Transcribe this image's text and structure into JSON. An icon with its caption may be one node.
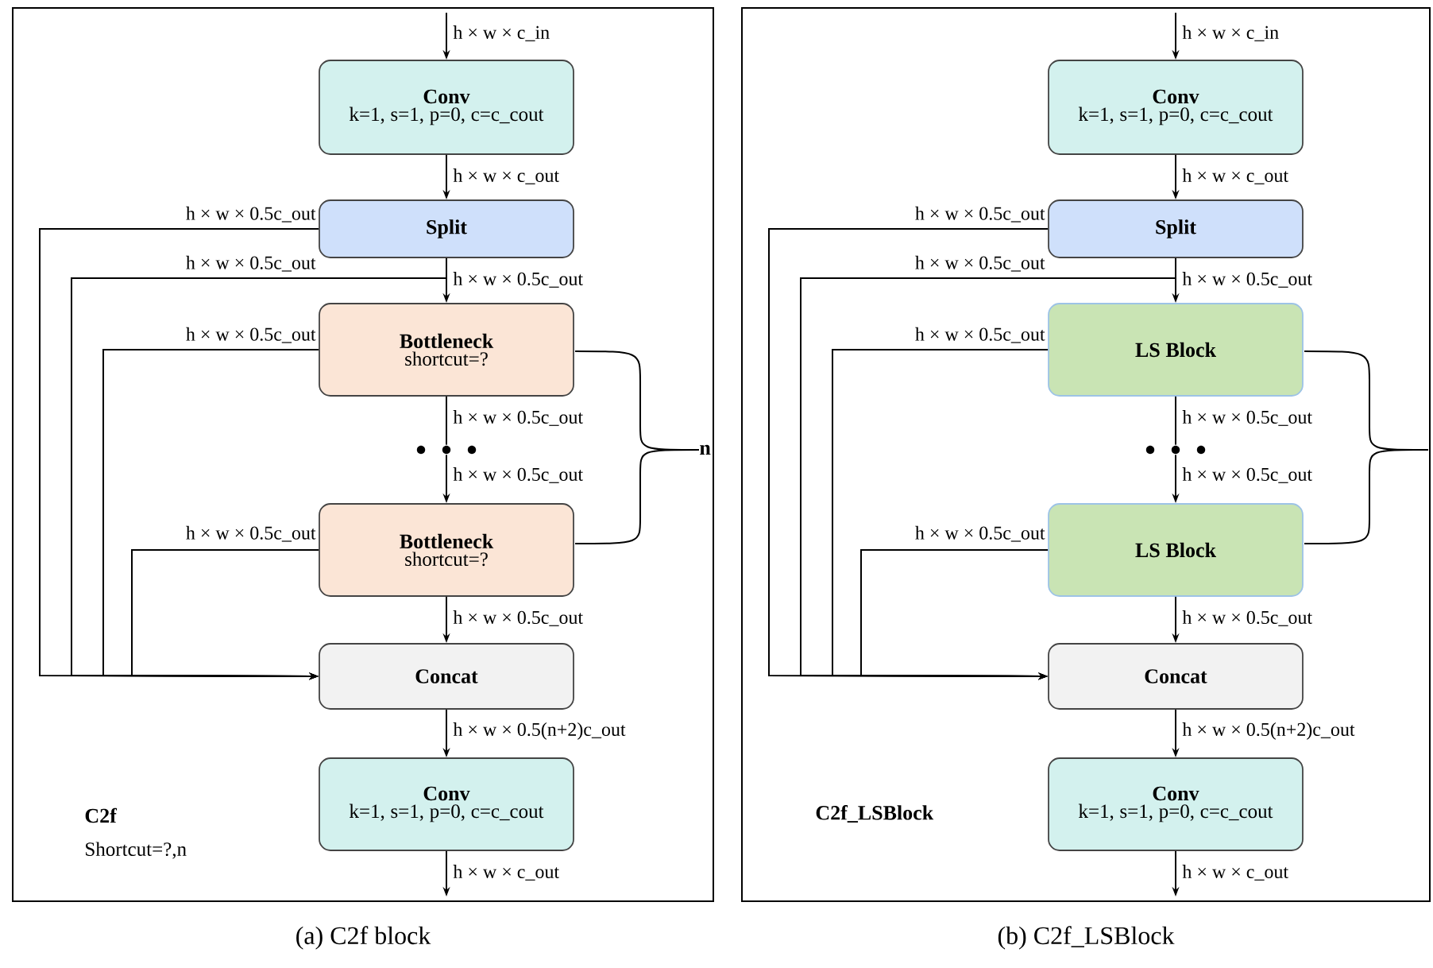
{
  "diagram": {
    "nodes": [
      {
        "text": [
          "C2f",
          "Shortcut=?,n"
        ],
        "beside": [
          "(a) C2f block"
        ]
      },
      {
        "text": [
          "Conv",
          "k=1, s=1, p=0, c=c_cout"
        ],
        "in": 0
      },
      {
        "text": [
          "Split"
        ],
        "in": 0
      },
      {
        "text": [
          "Bottleneck",
          "shortcut=?"
        ],
        "in": 0
      },
      {
        "text": [],
        "shape": "dots",
        "in": 0
      },
      {
        "text": [
          "Bottleneck",
          "shortcut=?"
        ],
        "in": 0
      },
      {
        "text": [
          "Concat"
        ],
        "in": 0
      },
      {
        "text": [
          "Conv",
          "k=1, s=1, p=0, c=c_cout"
        ],
        "in": 0
      },
      {
        "text": [
          "C2f_LSBlock"
        ],
        "beside": [
          "(b) C2f_LSBlock"
        ]
      },
      {
        "text": [
          "Conv",
          "k=1, s=1, p=0, c=c_cout"
        ],
        "in": 8
      },
      {
        "text": [
          "Split"
        ],
        "in": 8
      },
      {
        "text": [
          "LS Block"
        ],
        "in": 8
      },
      {
        "text": [],
        "shape": "dots",
        "in": 8
      },
      {
        "text": [
          "LS Block"
        ],
        "in": 8
      },
      {
        "text": [
          "Concat"
        ],
        "in": 8
      },
      {
        "text": [
          "Conv",
          "k=1, s=1, p=0, c=c_cout"
        ],
        "in": 8
      }
    ],
    "edges": [
      {
        "from": null,
        "to": 1,
        "arrow": "to",
        "label": "h × w × c_in"
      },
      {
        "from": 1,
        "to": 2,
        "arrow": "to",
        "label": "h × w × c_out"
      },
      {
        "from": 2,
        "to": 3,
        "arrow": "to",
        "label": "h × w × 0.5c_out"
      },
      {
        "from": 2,
        "to": 6,
        "arrow": "to",
        "label": "h × w × 0.5c_out"
      },
      {
        "from": 2,
        "to": 6,
        "arrow": "to",
        "label": "h × w × 0.5c_out"
      },
      {
        "from": 3,
        "to": 4,
        "arrow": "none",
        "label": "h × w × 0.5c_out"
      },
      {
        "from": 4,
        "to": 5,
        "arrow": "to",
        "label": "h × w × 0.5c_out"
      },
      {
        "from": 3,
        "to": 6,
        "arrow": "to",
        "label": "h × w × 0.5c_out"
      },
      {
        "from": 5,
        "to": 6,
        "arrow": "to",
        "label": "h × w × 0.5c_out"
      },
      {
        "from": 5,
        "to": 6,
        "arrow": "to",
        "label": "h × w × 0.5c_out"
      },
      {
        "from": 6,
        "to": 7,
        "arrow": "to",
        "label": "h × w × 0.5(n+2)c_out"
      },
      {
        "from": 7,
        "to": null,
        "arrow": "to",
        "label": "h × w × c_out"
      },
      {
        "from": null,
        "to": 9,
        "arrow": "to",
        "label": "h × w × c_in"
      },
      {
        "from": 9,
        "to": 10,
        "arrow": "to",
        "label": "h × w × c_out"
      },
      {
        "from": 10,
        "to": 11,
        "arrow": "to",
        "label": "h × w × 0.5c_out"
      },
      {
        "from": 10,
        "to": 14,
        "arrow": "to",
        "label": "h × w × 0.5c_out"
      },
      {
        "from": 10,
        "to": 14,
        "arrow": "to",
        "label": "h × w × 0.5c_out"
      },
      {
        "from": 11,
        "to": 12,
        "arrow": "none",
        "label": "h × w × 0.5c_out"
      },
      {
        "from": 12,
        "to": 13,
        "arrow": "to",
        "label": "h × w × 0.5c_out"
      },
      {
        "from": 11,
        "to": 14,
        "arrow": "to",
        "label": "h × w × 0.5c_out"
      },
      {
        "from": 13,
        "to": 14,
        "arrow": "to",
        "label": "h × w × 0.5c_out"
      },
      {
        "from": 13,
        "to": 14,
        "arrow": "to",
        "label": "h × w × 0.5c_out"
      },
      {
        "from": 14,
        "to": 15,
        "arrow": "to",
        "label": "h × w × 0.5(n+2)c_out"
      },
      {
        "from": 15,
        "to": null,
        "arrow": "to",
        "label": "h × w × c_out"
      }
    ],
    "labels": [
      "n"
    ]
  }
}
